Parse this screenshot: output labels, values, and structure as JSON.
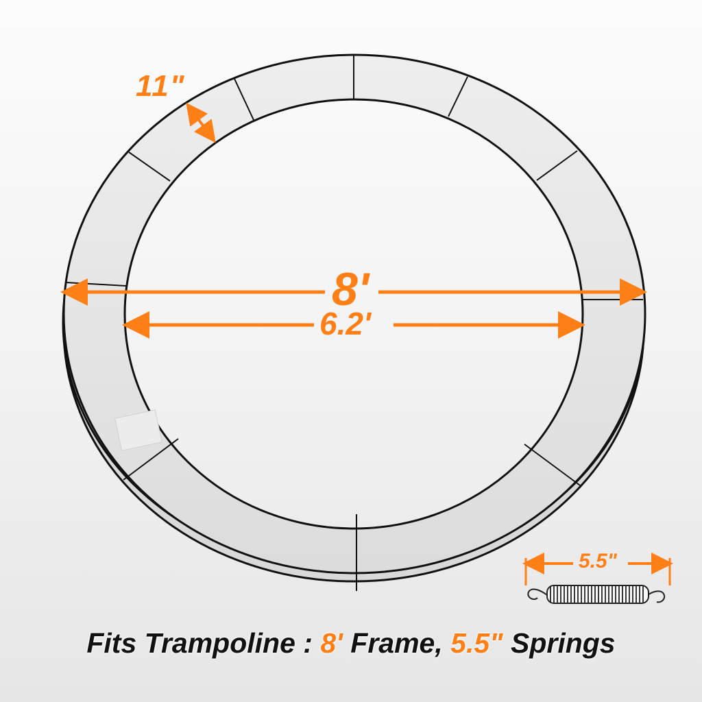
{
  "colors": {
    "accent": "#ff7f17",
    "outline": "#111111",
    "pad_fill": "#e4e4e4",
    "background_top": "#fcfcfc",
    "background_bottom": "#e6e6e6"
  },
  "dimensions": {
    "pad_width": "11\"",
    "outer_diameter": "8'",
    "inner_diameter": "6.2'",
    "spring_length": "5.5\""
  },
  "caption": {
    "prefix": "Fits Trampoline",
    "separator": " : ",
    "frame_size": "8'",
    "frame_label": " Frame, ",
    "spring_size": "5.5\"",
    "spring_label": " Springs"
  },
  "icons": {
    "ring": "trampoline-pad-ring",
    "spring": "tension-spring-icon",
    "arrows": "double-headed-dimension-arrow"
  }
}
